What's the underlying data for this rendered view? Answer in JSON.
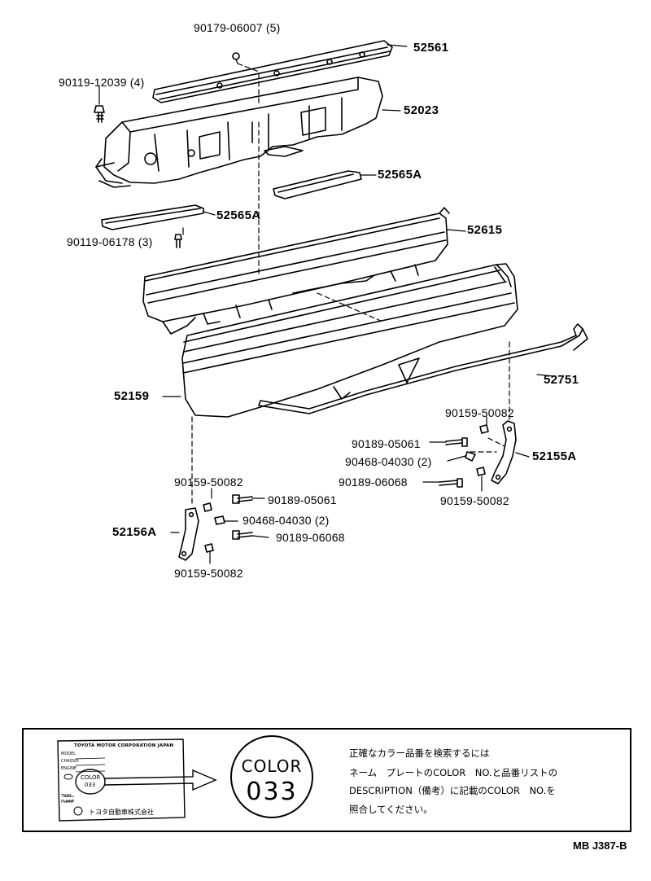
{
  "parts": {
    "p_90179": "90179-06007 (5)",
    "p_52561": "52561",
    "p_90119_12039": "90119-12039 (4)",
    "p_52023": "52023",
    "p_52565a_right": "52565A",
    "p_52565a_left": "52565A",
    "p_90119_06178": "90119-06178 (3)",
    "p_52615": "52615",
    "p_52751": "52751",
    "p_52159": "52159",
    "p_90159_right_top": "90159-50082",
    "p_90189_05061_right": "90189-05061",
    "p_52155a": "52155A",
    "p_90468_right": "90468-04030 (2)",
    "p_90189_06068_right": "90189-06068",
    "p_90159_right_bottom": "90159-50082",
    "p_90159_left_top": "90159-50082",
    "p_90189_05061_left": "90189-05061",
    "p_90468_left": "90468-04030 (2)",
    "p_52156a": "52156A",
    "p_90189_06068_left": "90189-06068",
    "p_90159_left_bottom": "90159-50082"
  },
  "nameplate": {
    "header": "TOYOTA MOTOR CORPORATION JAPAN",
    "rows": [
      "MODEL",
      "CHASSIS",
      "ENGINE"
    ],
    "color_label": "COLOR",
    "color_code": "033",
    "trim_rows": [
      "TRIM",
      "PLANT"
    ],
    "maker": "トヨタ自動車株式会社"
  },
  "color_circle": {
    "line1": "COLOR",
    "line2": "033"
  },
  "note_lines": [
    "正確なカラー品番を検索するには",
    "ネーム　プレートのCOLOR　NO.と品番リストの",
    "DESCRIPTION（備考）に記載のCOLOR　NO.を",
    "照合してください。"
  ],
  "doc_code": "MB J387-B"
}
